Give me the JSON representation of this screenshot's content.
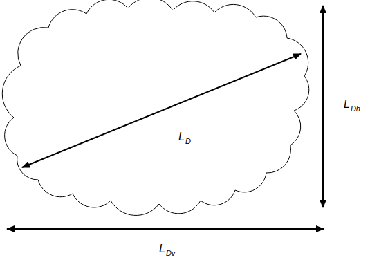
{
  "diagram": {
    "labels": [
      "L",
      "D",
      "L",
      "Dh",
      "L",
      "Dv"
    ]
  }
}
